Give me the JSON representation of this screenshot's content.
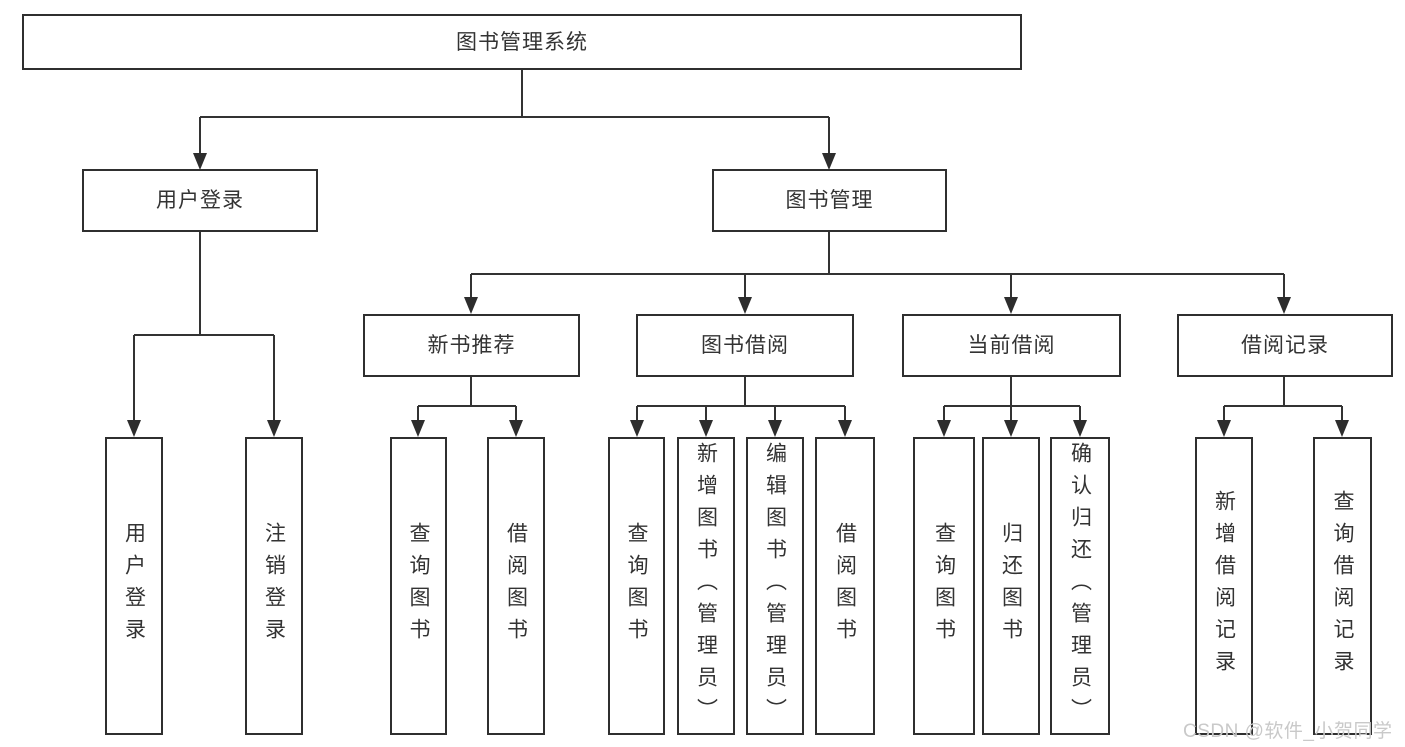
{
  "colors": {
    "background": "#ffffff",
    "line": "#333333",
    "box_border": "#2f2f2f",
    "text": "#333333",
    "watermark": "#c9c9c9"
  },
  "tree": {
    "label": "图书管理系统",
    "children": [
      {
        "label": "用户登录",
        "children": [
          {
            "label": "用户登录"
          },
          {
            "label": "注销登录"
          }
        ]
      },
      {
        "label": "图书管理",
        "children": [
          {
            "label": "新书推荐",
            "children": [
              {
                "label": "查询图书"
              },
              {
                "label": "借阅图书"
              }
            ]
          },
          {
            "label": "图书借阅",
            "children": [
              {
                "label": "查询图书"
              },
              {
                "label": "新增图书（管理员）"
              },
              {
                "label": "编辑图书（管理员）"
              },
              {
                "label": "借阅图书"
              }
            ]
          },
          {
            "label": "当前借阅",
            "children": [
              {
                "label": "查询图书"
              },
              {
                "label": "归还图书"
              },
              {
                "label": "确认归还（管理员）"
              }
            ]
          },
          {
            "label": "借阅记录",
            "children": [
              {
                "label": "新增借阅记录"
              },
              {
                "label": "查询借阅记录"
              }
            ]
          }
        ]
      }
    ]
  },
  "watermark": {
    "text": "CSDN @软件_小贺同学"
  }
}
